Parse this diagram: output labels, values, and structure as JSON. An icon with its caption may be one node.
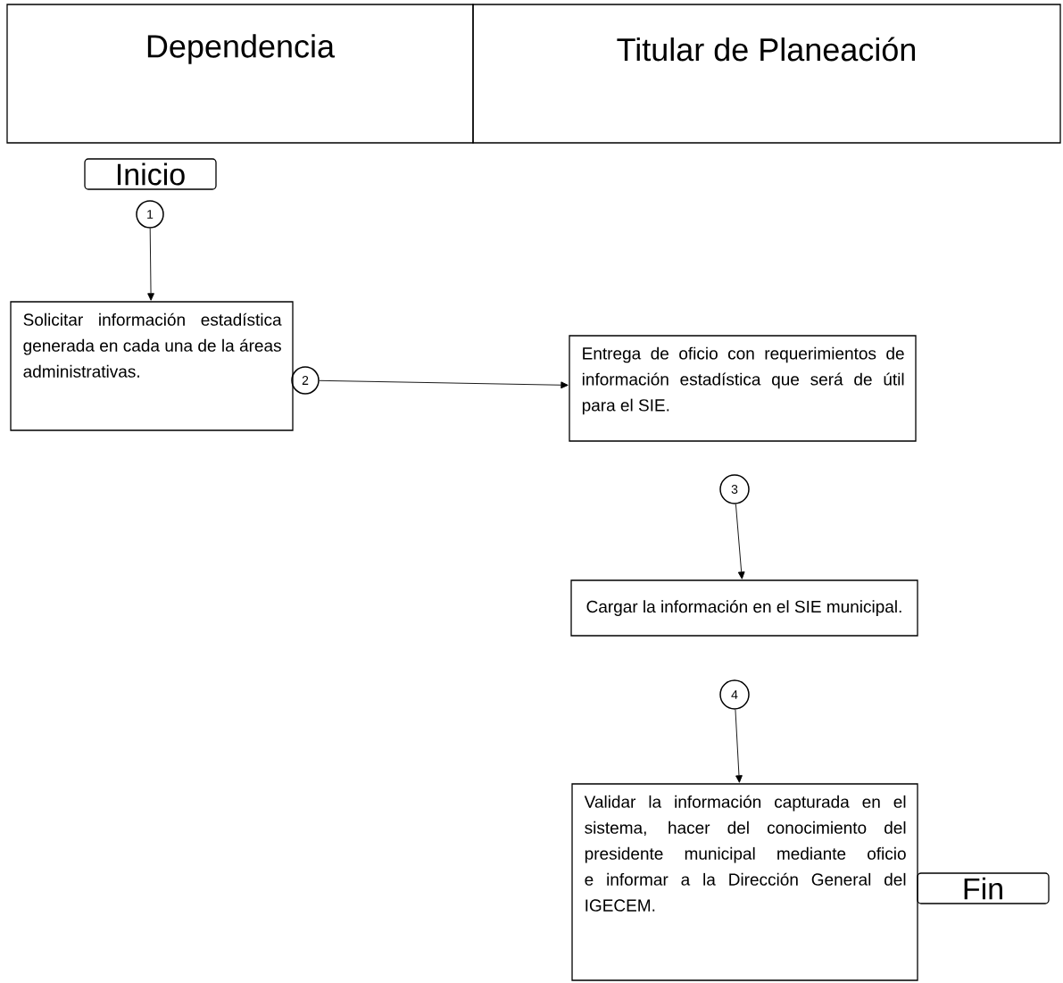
{
  "diagram": {
    "nodes": [
      {
        "text": [
          "Dependencia"
        ]
      },
      {
        "text": [
          "Titular de Planeación"
        ]
      },
      {
        "text": [
          "Inicio"
        ]
      },
      {
        "text": [
          "1"
        ]
      },
      {
        "text": [
          "Solicitar información estadística generada en cada una de la áreas administrativas."
        ]
      },
      {
        "text": [
          "2"
        ]
      },
      {
        "text": [
          "Entrega de oficio con requerimientos de información estadística que será de útil para el SIE."
        ]
      },
      {
        "text": [
          "3"
        ]
      },
      {
        "text": [
          "Cargar la información en el SIE municipal."
        ]
      },
      {
        "text": [
          "4"
        ]
      },
      {
        "text": [
          "Validar la información capturada en el sistema, hacer del conocimiento del presidente municipal mediante oficio e informar a la Dirección General del IGECEM."
        ]
      },
      {
        "text": [
          "Fin"
        ]
      }
    ],
    "edges": [
      {
        "from": 3,
        "to": 4,
        "arrow": "to"
      },
      {
        "from": 5,
        "to": 6,
        "arrow": "to"
      },
      {
        "from": 7,
        "to": 8,
        "arrow": "to"
      },
      {
        "from": 9,
        "to": 10,
        "arrow": "to"
      }
    ]
  }
}
